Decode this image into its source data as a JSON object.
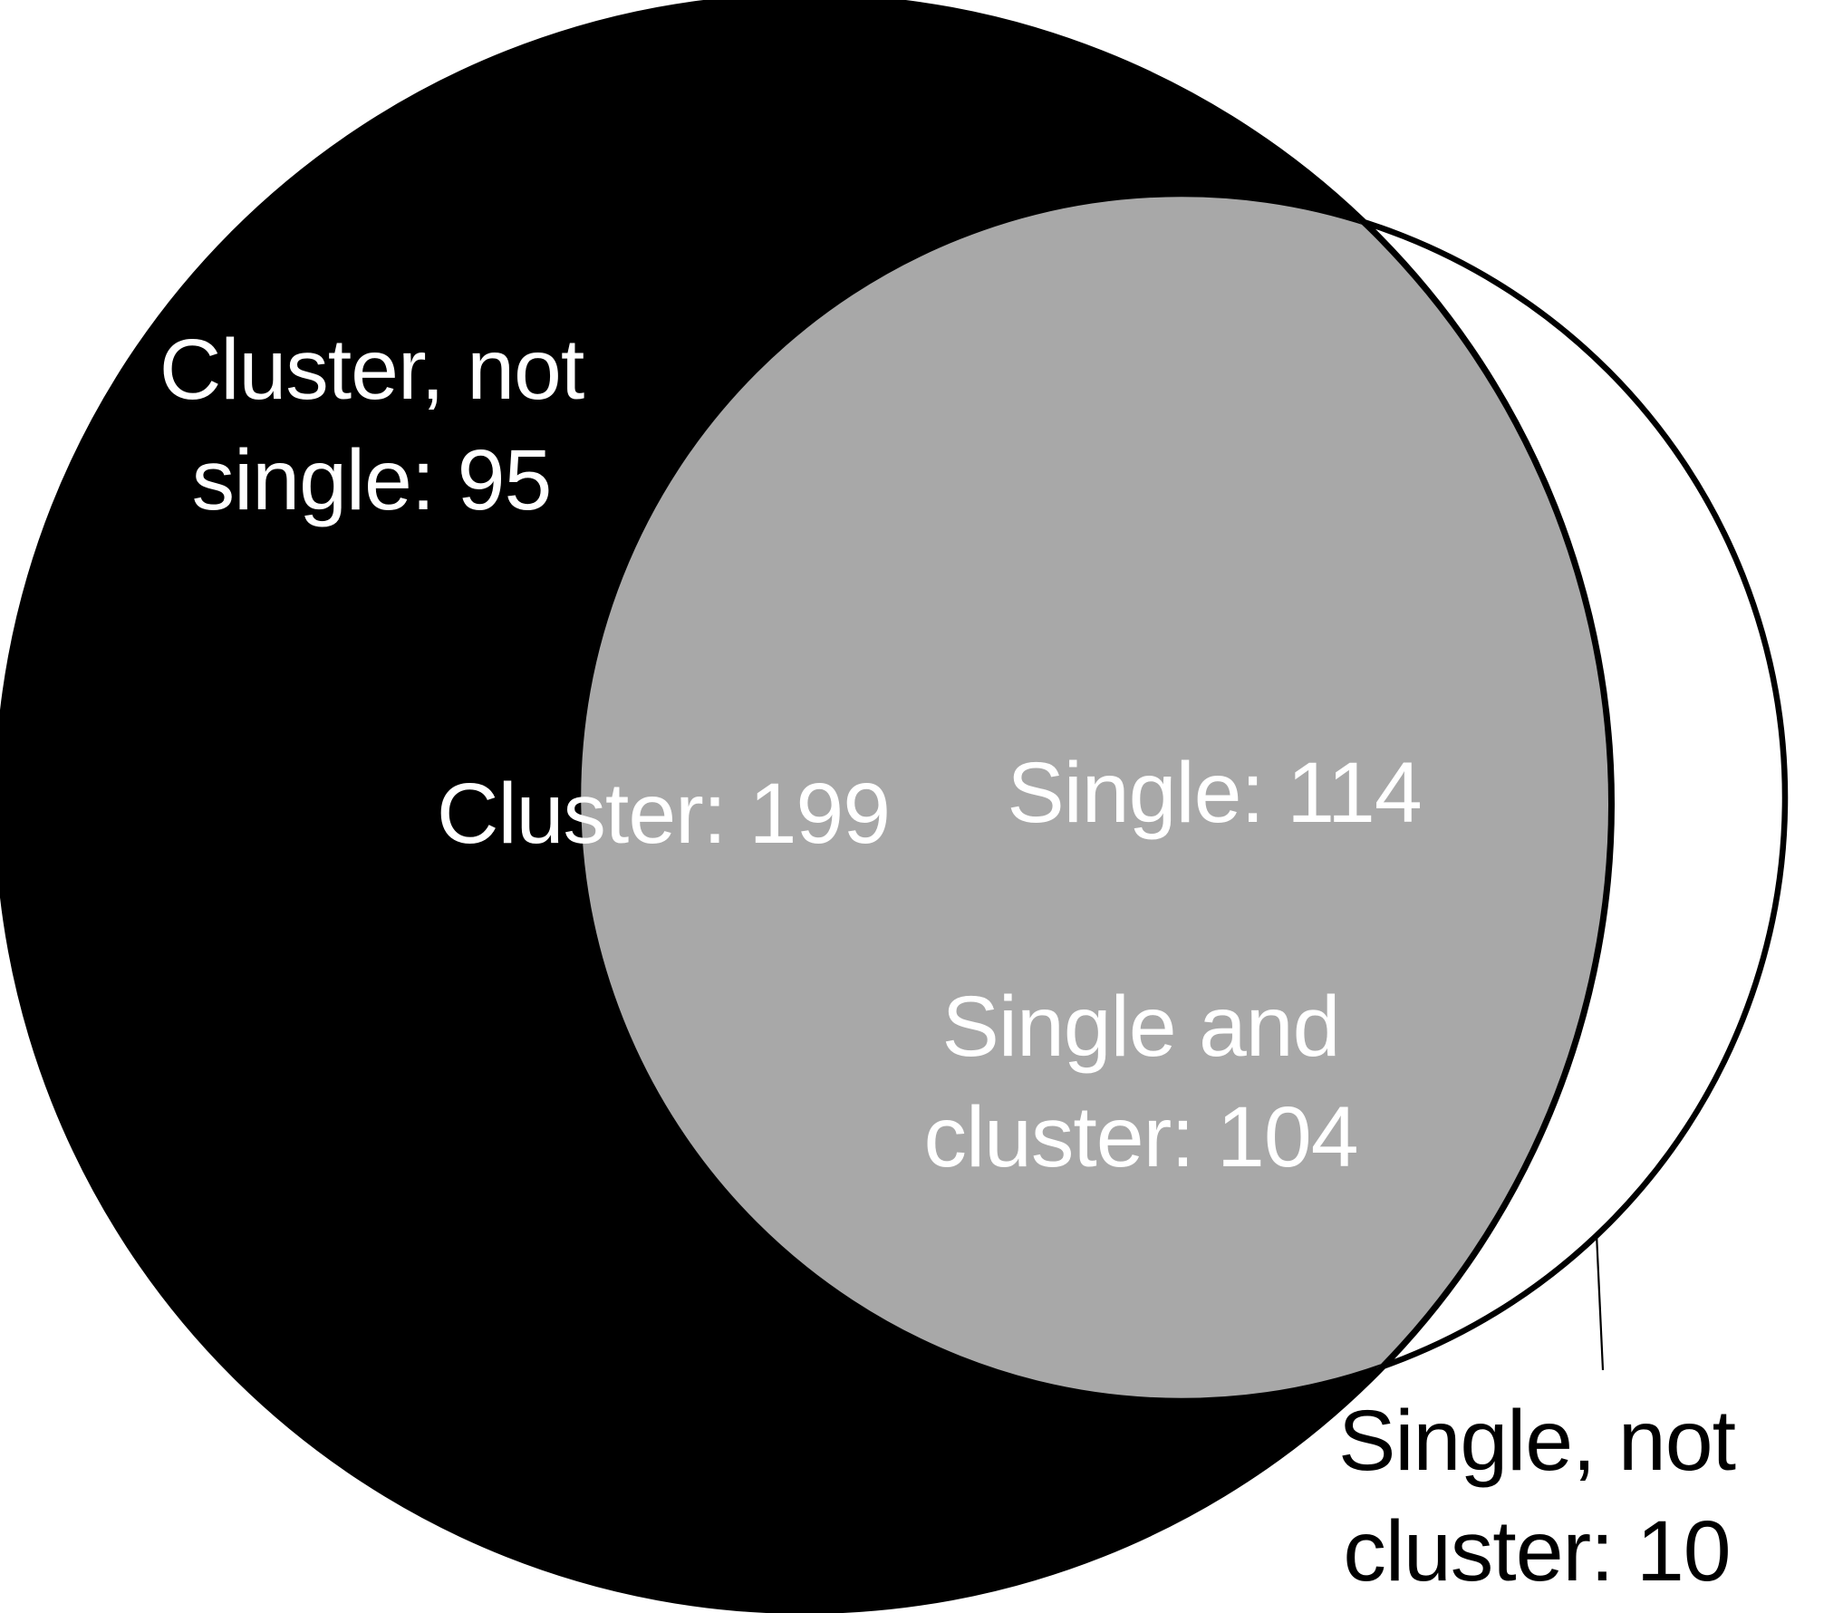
{
  "colors": {
    "cluster_fill": "#000000",
    "single_fill": "#ffffff",
    "overlap_fill": "#a8a8a8",
    "outline": "#000000",
    "label_on_dark": "#ffffff",
    "label_on_light": "#000000"
  },
  "labels": {
    "cluster_not_single": {
      "line1": "Cluster, not",
      "line2": "single: 95"
    },
    "cluster_total": {
      "text": "Cluster: 199"
    },
    "single_total": {
      "text": "Single: 114"
    },
    "single_and_cluster": {
      "line1": "Single and",
      "line2": "cluster: 104"
    },
    "single_not_cluster": {
      "line1": "Single, not",
      "line2": "cluster: 10"
    }
  },
  "chart_data": {
    "type": "venn",
    "title": "",
    "sets": [
      {
        "name": "Cluster",
        "size": 199
      },
      {
        "name": "Single",
        "size": 114
      }
    ],
    "overlap": {
      "name": "Single and cluster",
      "size": 104
    },
    "differences": [
      {
        "name": "Cluster, not single",
        "size": 95
      },
      {
        "name": "Single, not cluster",
        "size": 10
      }
    ]
  }
}
